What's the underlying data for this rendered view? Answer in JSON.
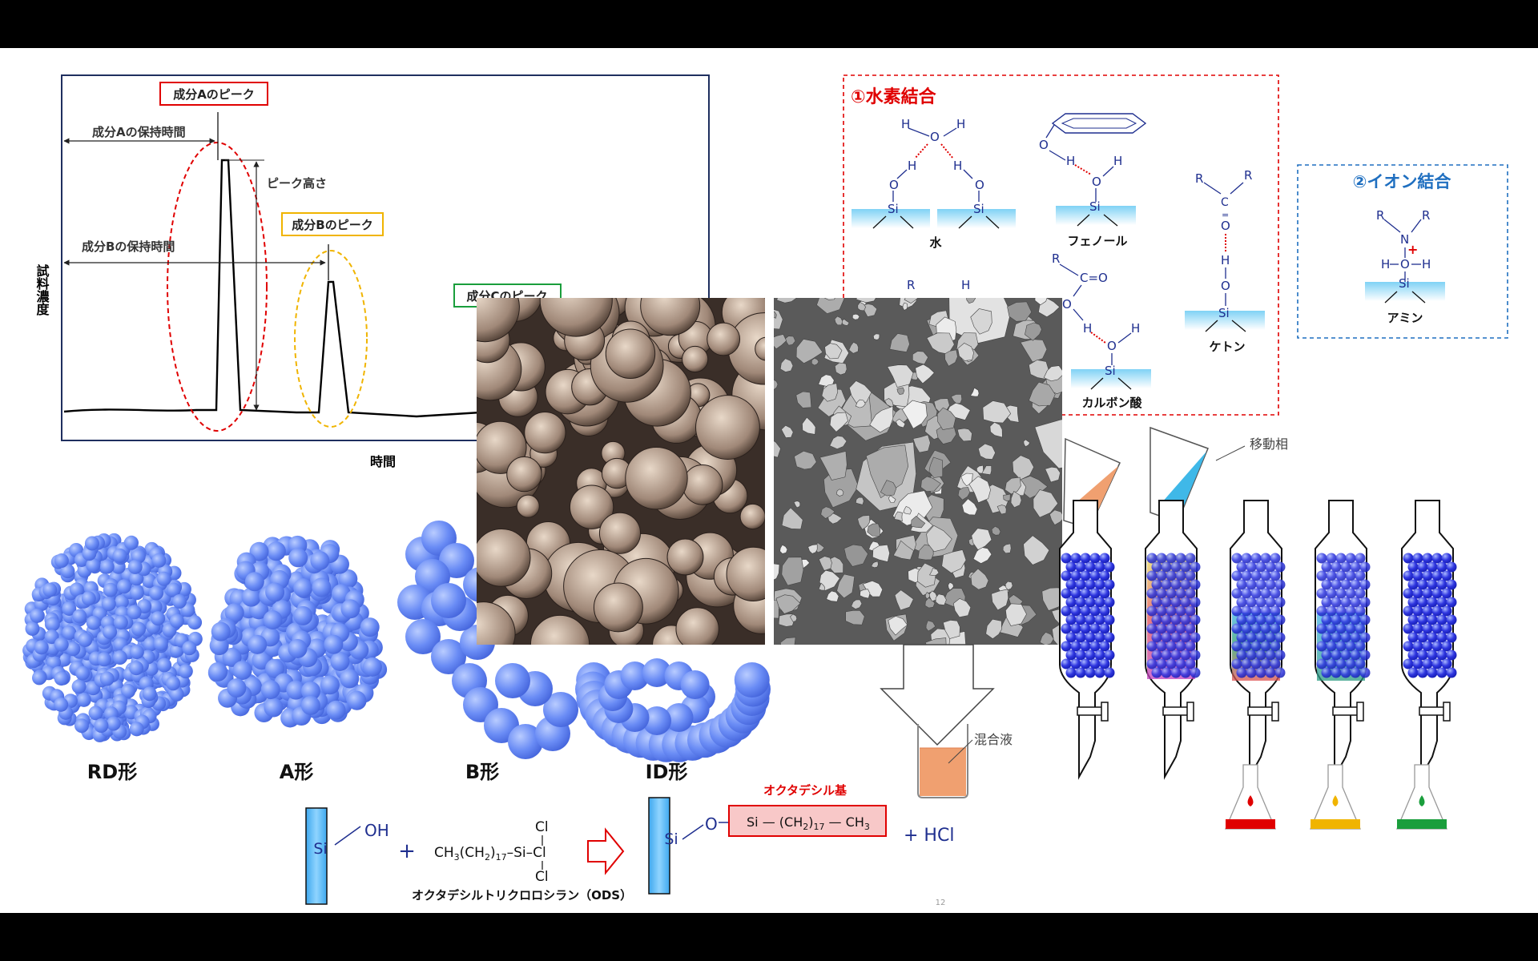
{
  "chromatogram": {
    "y_label": "試料濃度",
    "x_label": "時間",
    "peak_a_box": "成分Aのピーク",
    "peak_b_box": "成分Bのピーク",
    "peak_c_box": "成分Cのピーク",
    "retention_a": "成分Aの保持時間",
    "retention_b": "成分Bの保持時間",
    "peak_height": "ピーク高さ"
  },
  "hydrogen_bond": {
    "title": "①水素結合",
    "water": "水",
    "phenol": "フェノール",
    "ketone": "ケトン",
    "carboxylic": "カルボン酸",
    "carbonyl": "C=O",
    "h": "H",
    "o": "O",
    "r": "R",
    "si": "Si"
  },
  "ionic_bond": {
    "title": "②イオン結合",
    "amine": "アミン",
    "n": "N",
    "plus": "+"
  },
  "shapes": {
    "rd": "RD形",
    "a": "A形",
    "b": "B形",
    "id": "ID形"
  },
  "reaction": {
    "si": "Si",
    "oh": "OH",
    "o": "O",
    "plus": "+",
    "cl": "Cl",
    "reagent_main": "CH",
    "reagent_sub1": "3",
    "reagent_mid": "(CH",
    "reagent_sub2": "2",
    "reagent_close": ")",
    "reagent_sub3": "17",
    "reagent_si": "Si",
    "reagent_name": "オクタデシルトリクロロシラン（ODS）",
    "group_label": "オクタデシル基",
    "group_formula_a": "Si — (CH",
    "group_sub1": "2",
    "group_formula_b": ")",
    "group_sub2": "17",
    "group_formula_c": " — CH",
    "group_sub3": "3",
    "product": "+ HCl"
  },
  "columns": {
    "mobile_phase": "移動相",
    "mixture": "混合液"
  },
  "page_number": "12",
  "colors": {
    "red": "#e00000",
    "yellow": "#f0b400",
    "green": "#1a9e3c",
    "blue_title": "#1f6fc0",
    "navy": "#1f2f8f",
    "sphere": "#5a7ef2",
    "orange_liquid": "#f0a070",
    "cyan_liquid": "#3fb8e8"
  }
}
